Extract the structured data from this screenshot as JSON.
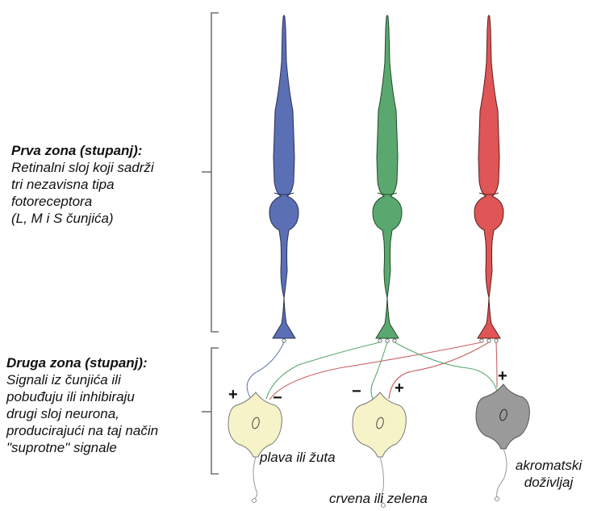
{
  "zone1": {
    "title": "Prva zona (stupanj):",
    "lines": [
      "Retinalni sloj koji sadrži",
      "tri nezavisna tipa",
      "fotoreceptora",
      "(L, M i S čunjića)"
    ]
  },
  "zone2": {
    "title": "Druga zona (stupanj):",
    "lines": [
      "Signali iz čunjića ili",
      "pobuđuju ili inhibiraju",
      "drugi sloj neurona,",
      "producirajući na taj način",
      "\"suprotne\" signale"
    ]
  },
  "output_labels": {
    "blue_yellow": "plava ili žuta",
    "red_green": "crvena ili zelena",
    "achromatic_line1": "akromatski",
    "achromatic_line2": "doživljaj"
  },
  "signs": {
    "plus": "+",
    "minus": "−"
  },
  "colors": {
    "s_cone": "#5b6fb5",
    "m_cone": "#5aa86f",
    "l_cone": "#e05555",
    "neuron_fill": "#f7f3c8",
    "achromatic_fill": "#9a9a9a",
    "bracket": "#555555"
  }
}
